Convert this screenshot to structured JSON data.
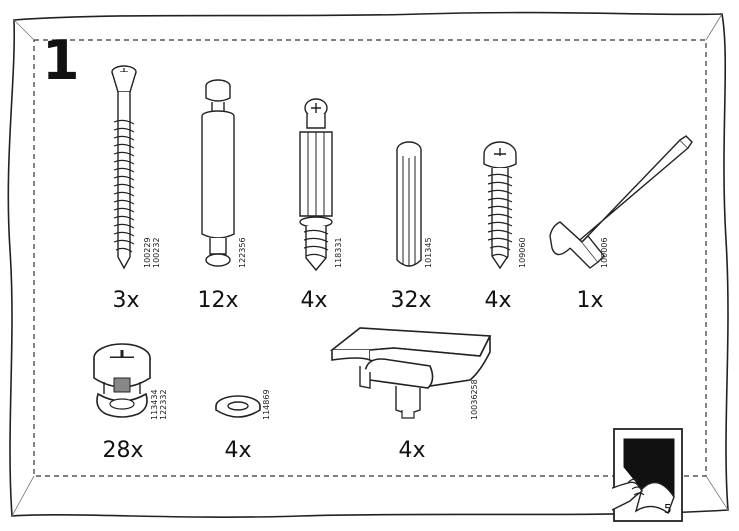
{
  "step": {
    "number": "1"
  },
  "page": {
    "number": "5"
  },
  "parts": [
    {
      "id": "screw-long",
      "qty": "3x",
      "codes": [
        "100229",
        "100232"
      ],
      "icon": "long-countersunk-screw"
    },
    {
      "id": "dowel-pin",
      "qty": "12x",
      "codes": [
        "122356"
      ],
      "icon": "connector-pin"
    },
    {
      "id": "cam-bolt",
      "qty": "4x",
      "codes": [
        "118331"
      ],
      "icon": "cam-bolt"
    },
    {
      "id": "wood-dowel",
      "qty": "32x",
      "codes": [
        "101345"
      ],
      "icon": "wooden-dowel"
    },
    {
      "id": "panhead-screw",
      "qty": "4x",
      "codes": [
        "109060"
      ],
      "icon": "pan-head-screw"
    },
    {
      "id": "allen-key",
      "qty": "1x",
      "codes": [
        "100006"
      ],
      "icon": "allen-key"
    },
    {
      "id": "cam-lock",
      "qty": "28x",
      "codes": [
        "113434",
        "122332"
      ],
      "icon": "cam-lock-nut"
    },
    {
      "id": "washer",
      "qty": "4x",
      "codes": [
        "114869"
      ],
      "icon": "washer"
    },
    {
      "id": "shelf-support",
      "qty": "4x",
      "codes": [
        "10036258"
      ],
      "icon": "shelf-support-bracket"
    }
  ]
}
